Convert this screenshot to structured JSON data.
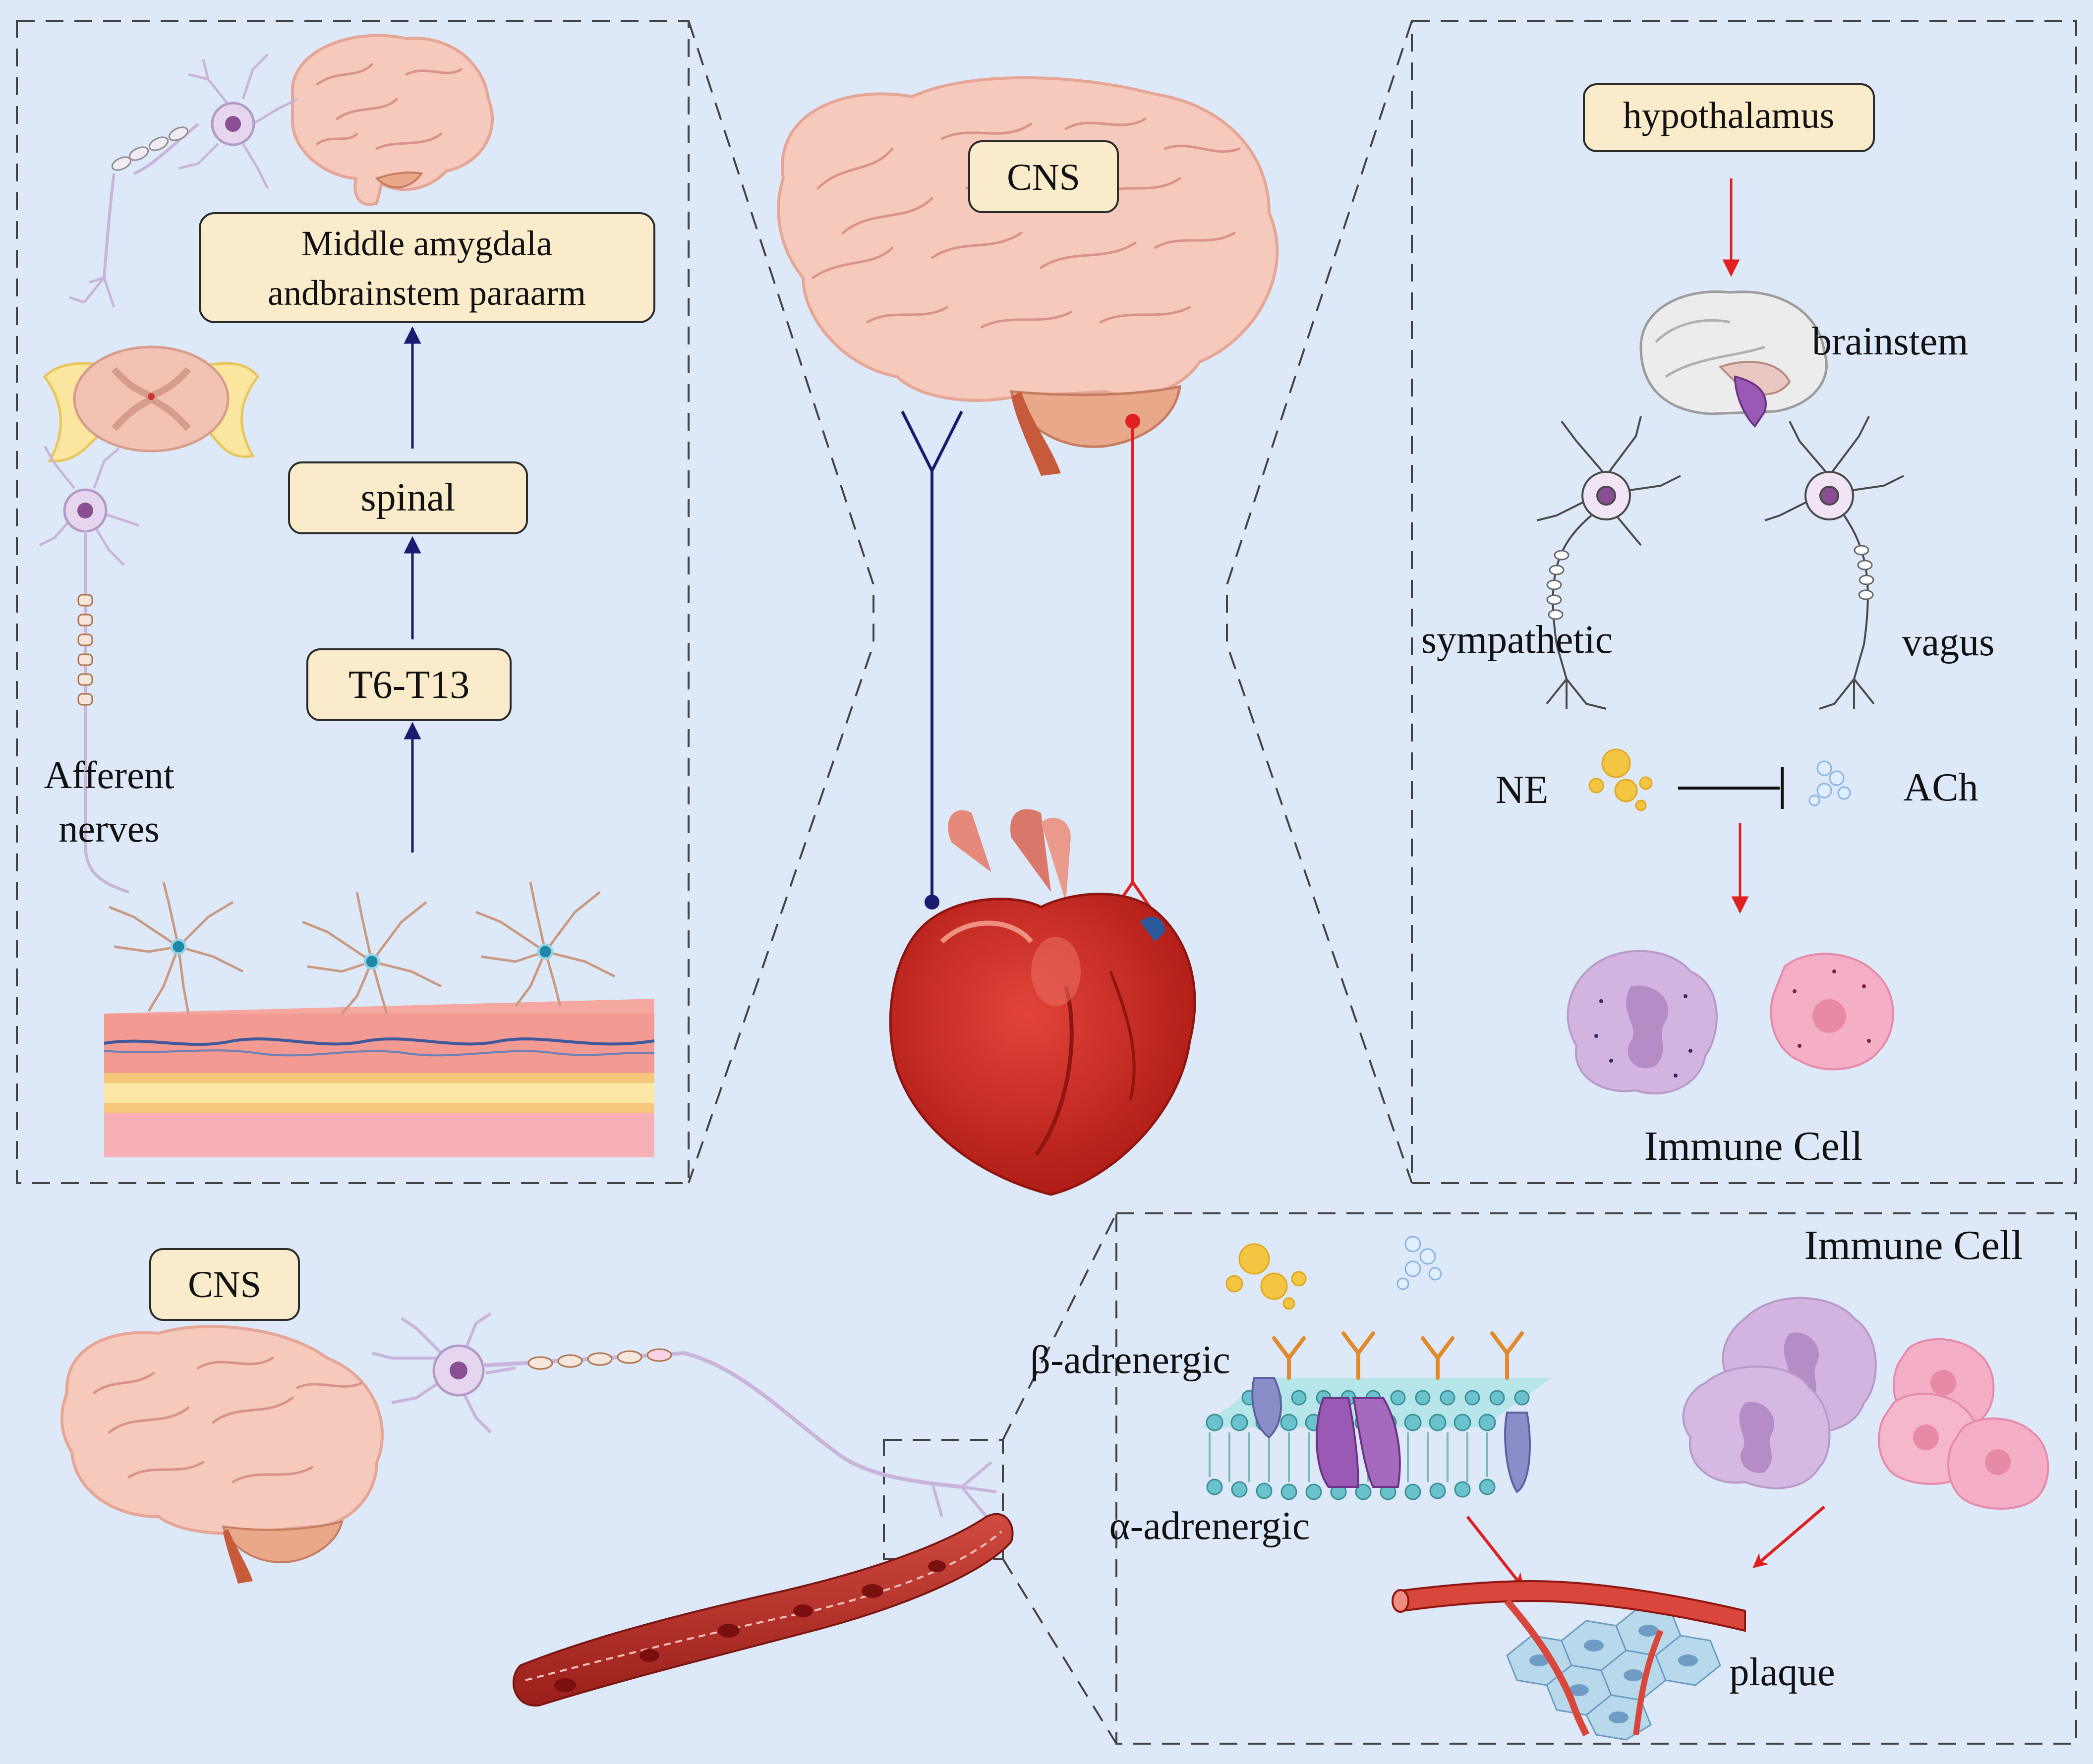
{
  "colors": {
    "background": "#dde8f8",
    "label_fill": "#faecca",
    "afferent_arrow": "#1a1a6e",
    "efferent_arrow": "#e02020",
    "heart": "#c7281f",
    "vessel": "#b3302a",
    "brain": "#f6c9bd",
    "neuron": "#c9b4dc"
  },
  "icons": [
    "brain-icon",
    "neuron-icon",
    "spinal-cord-icon",
    "skin-layers-icon",
    "heart-icon",
    "blood-vessel-icon",
    "cell-membrane-icon",
    "immune-cell-icon",
    "neurotransmitter-icon",
    "plaque-icon"
  ],
  "afferent_panel": {
    "label_top": "Middle amygdala",
    "label_bottom": "andbrainstem paraarm",
    "spinal": "spinal",
    "segment": "T6-T13",
    "afferent_line1": "Afferent",
    "afferent_line2": "nerves"
  },
  "center": {
    "cns": "CNS"
  },
  "efferent_panel": {
    "hypothalamus": "hypothalamus",
    "brainstem": "brainstem",
    "sympathetic": "sympathetic",
    "vagus": "vagus",
    "ne": "NE",
    "ach": "ACh",
    "immune_cell": "Immune Cell"
  },
  "bottom": {
    "cns": "CNS",
    "beta": "β-adrenergic",
    "alpha": "α-adrenergic",
    "immune_cell": "Immune Cell",
    "plaque": "plaque"
  }
}
